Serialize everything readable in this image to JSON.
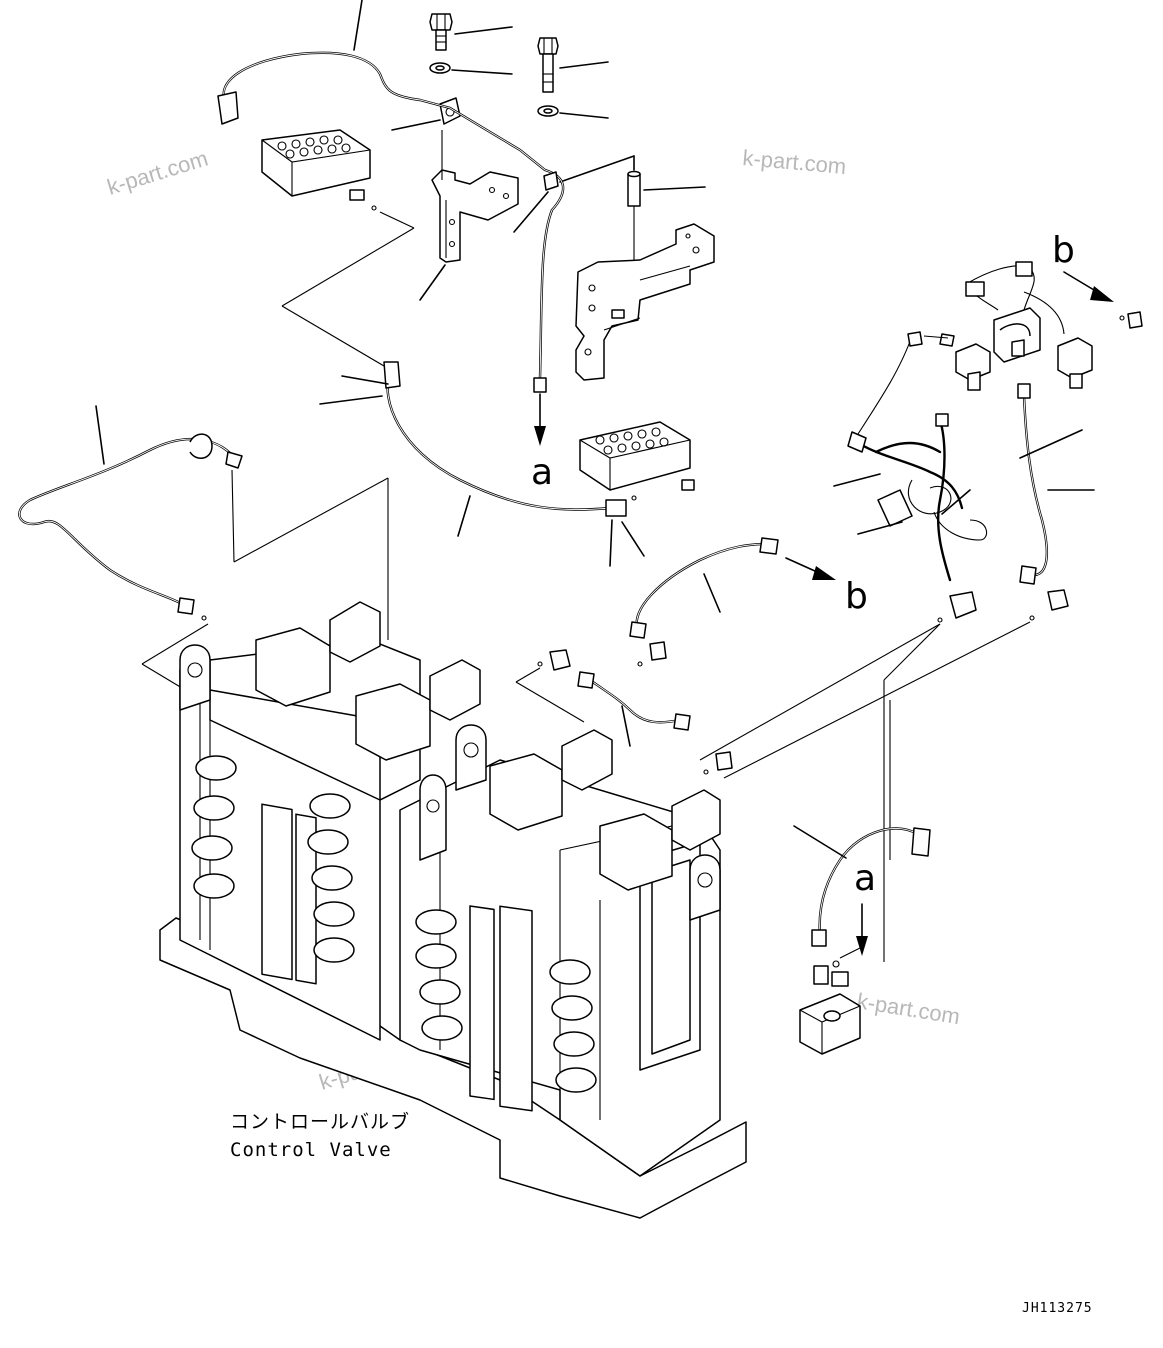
{
  "callouts": {
    "a_top": "a",
    "a_right": "a",
    "b_top": "b",
    "b_mid": "b"
  },
  "caption": {
    "japanese": "コントロールバルブ",
    "english": "Control Valve"
  },
  "drawing_code": "JH113275",
  "watermarks": [
    "k-part.com",
    "k-part.com",
    "k-part.com",
    "k-part.com"
  ],
  "colors": {
    "line": "#000000",
    "background": "#ffffff",
    "watermark": "#b8b8b8"
  }
}
